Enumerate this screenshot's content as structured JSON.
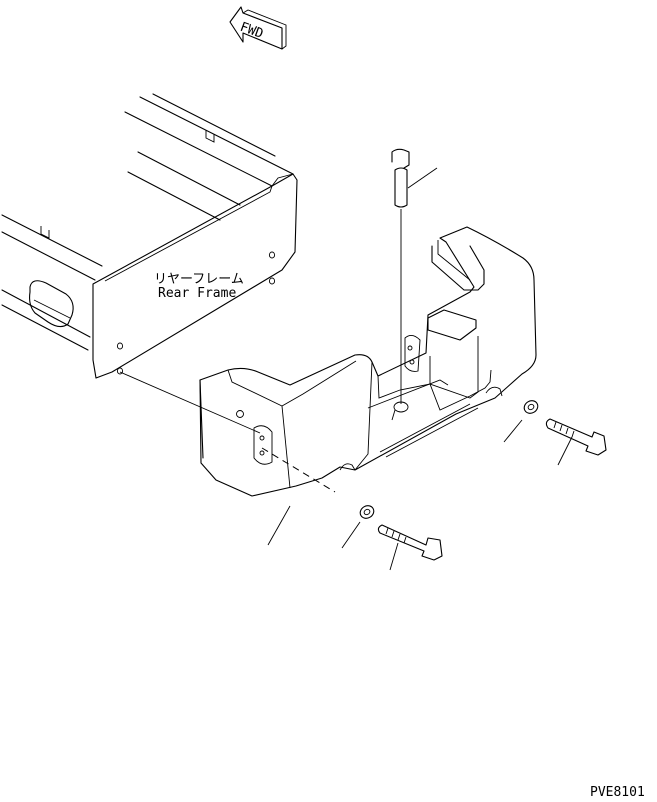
{
  "direction_arrow": {
    "label": "FWD"
  },
  "frame_label": {
    "jp": "リヤーフレーム",
    "en": "Rear Frame"
  },
  "drawing_code": "PVE8101"
}
